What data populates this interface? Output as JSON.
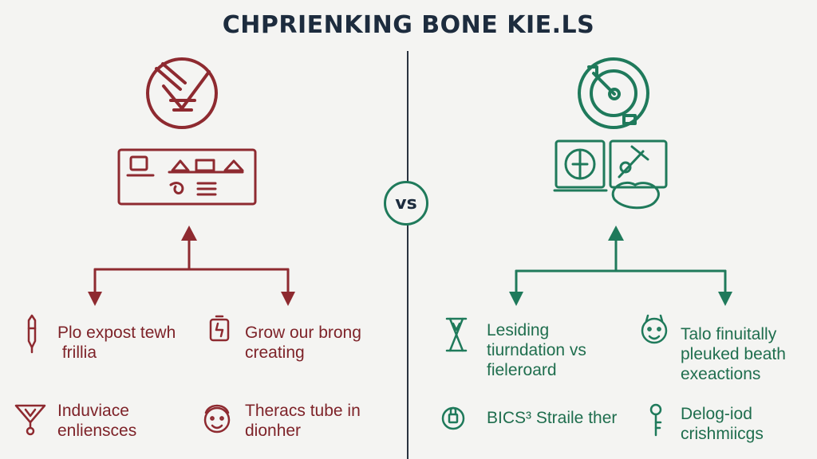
{
  "title": "CHPRIENKING BONE KIE.LS",
  "vs_label": "vs",
  "colors": {
    "left_accent": "#8e2a30",
    "right_accent": "#1f7a5b",
    "title": "#1d2c3e",
    "background": "#f4f4f2"
  },
  "left": {
    "items": [
      {
        "text": "Plo expost tewh\n frillia",
        "icon": "pen-icon"
      },
      {
        "text": "Grow our brong\ncreating",
        "icon": "battery-icon"
      },
      {
        "text": "Induviace\nenliensces",
        "icon": "funnel-icon"
      },
      {
        "text": "Theracs tube in\ndionher",
        "icon": "face-icon"
      }
    ]
  },
  "right": {
    "items": [
      {
        "text": "Lesiding\ntiurndation vs\nfieleroard",
        "icon": "hourglass-icon"
      },
      {
        "text": "Talo finuitally\npleuked beath\nexeactions",
        "icon": "face-icon"
      },
      {
        "text": "BICS³ Straile ther",
        "icon": "lock-icon"
      },
      {
        "text": "Delog-iod\ncrishmiicgs",
        "icon": "key-icon"
      }
    ]
  }
}
